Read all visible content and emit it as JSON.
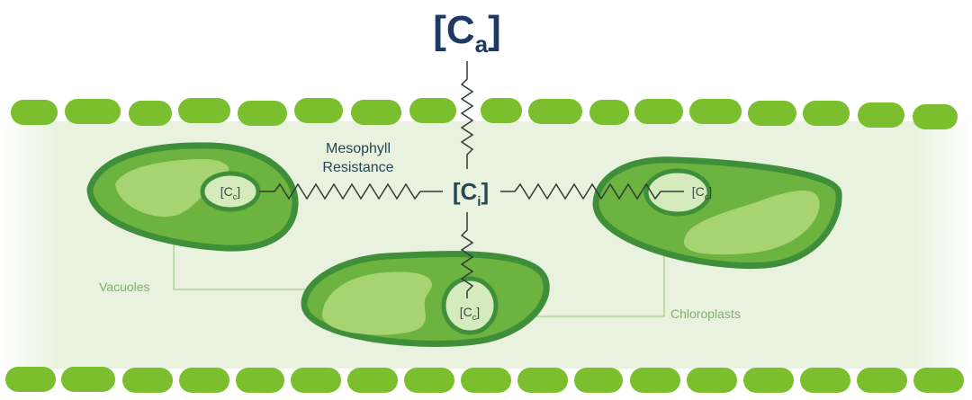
{
  "labels": {
    "ca_main": "[C",
    "ca_sub": "a",
    "ca_close": "]",
    "ci_main": "[C",
    "ci_sub": "i",
    "ci_close": "]",
    "cc_main": "[C",
    "cc_sub": "c",
    "cc_close": "]",
    "mesophyll_line1": "Mesophyll",
    "mesophyll_line2": "Resistance",
    "vacuoles": "Vacuoles",
    "chloroplasts": "Chloroplasts"
  },
  "colors": {
    "epidermis": "#7bbf2e",
    "tissue_background": "#e8f2de",
    "cell_outline": "#3f8f3a",
    "cell_fill": "#6cb33f",
    "vacuole_fill": "#a8d372",
    "chloroplast_fill": "#d6ebbd",
    "resistor": "#2f3b36",
    "label_dark": "#264653",
    "label_green": "#7fb069",
    "ca_navy": "#1c3a63"
  }
}
